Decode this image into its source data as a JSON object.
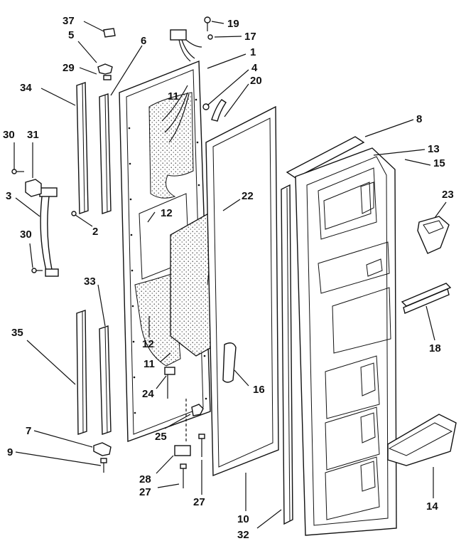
{
  "diagram": {
    "labels": {
      "37": "37",
      "5": "5",
      "6": "6",
      "19": "19",
      "17": "17",
      "1": "1",
      "4": "4",
      "20": "20",
      "29": "29",
      "34": "34",
      "11a": "11",
      "8": "8",
      "13": "13",
      "15": "15",
      "30a": "30",
      "31": "31",
      "3": "3",
      "22": "22",
      "23": "23",
      "12a": "12",
      "2": "2",
      "30b": "30",
      "33": "33",
      "18": "18",
      "35": "35",
      "12b": "12",
      "11b": "11",
      "16": "16",
      "24": "24",
      "7": "7",
      "25": "25",
      "9": "9",
      "28": "28",
      "27a": "27",
      "27b": "27",
      "10": "10",
      "32": "32",
      "14": "14"
    }
  }
}
